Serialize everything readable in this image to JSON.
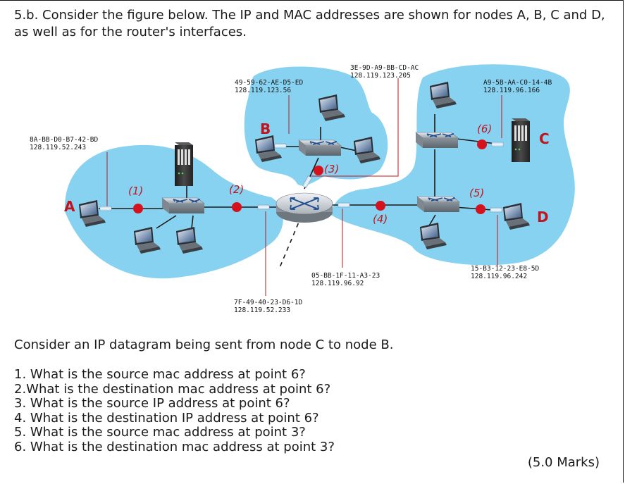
{
  "question": {
    "header": "5.b. Consider the figure below. The IP and MAC addresses are shown for nodes A, B, C and D, as well as for the router's interfaces.",
    "scenario": "Consider an IP datagram being sent from node C to node B.",
    "questions": [
      "1. What is the source mac address at point 6?",
      "2.What is the destination mac address at point 6?",
      "3. What is the source IP address at point 6?",
      "4. What is the destination IP address at point 6?",
      "5. What is the source mac address at point 3?",
      "6. What is the destination mac address at point 3?"
    ],
    "marks": "(5.0 Marks)"
  },
  "diagram": {
    "nodes": {
      "a": "A",
      "b": "B",
      "c": "C",
      "d": "D"
    },
    "points": [
      "(1)",
      "(2)",
      "(3)",
      "(4)",
      "(5)",
      "(6)"
    ],
    "addresses": {
      "node_a": {
        "mac": "8A-BB-D0-B7-42-BD",
        "ip": "128.119.52.243"
      },
      "node_b": {
        "mac": "49-59-62-AE-D5-ED",
        "ip": "128.119.123.56"
      },
      "router_top": {
        "mac": "3E-9D-A9-BB-CD-AC",
        "ip": "128.119.123.205"
      },
      "node_c": {
        "mac": "A9-5B-AA-C0-14-4B",
        "ip": "128.119.96.166"
      },
      "node_d": {
        "mac": "15-B3-12-23-E8-5D",
        "ip": "128.119.96.242"
      },
      "router_right": {
        "mac": "05-BB-1F-11-A3-23",
        "ip": "128.119.96.92"
      },
      "router_left": {
        "mac": "7F-49-40-23-D6-1D",
        "ip": "128.119.52.233"
      }
    },
    "colors": {
      "subnet": "#87d2f0",
      "point": "#d6111e",
      "label": "#c0141e"
    }
  }
}
